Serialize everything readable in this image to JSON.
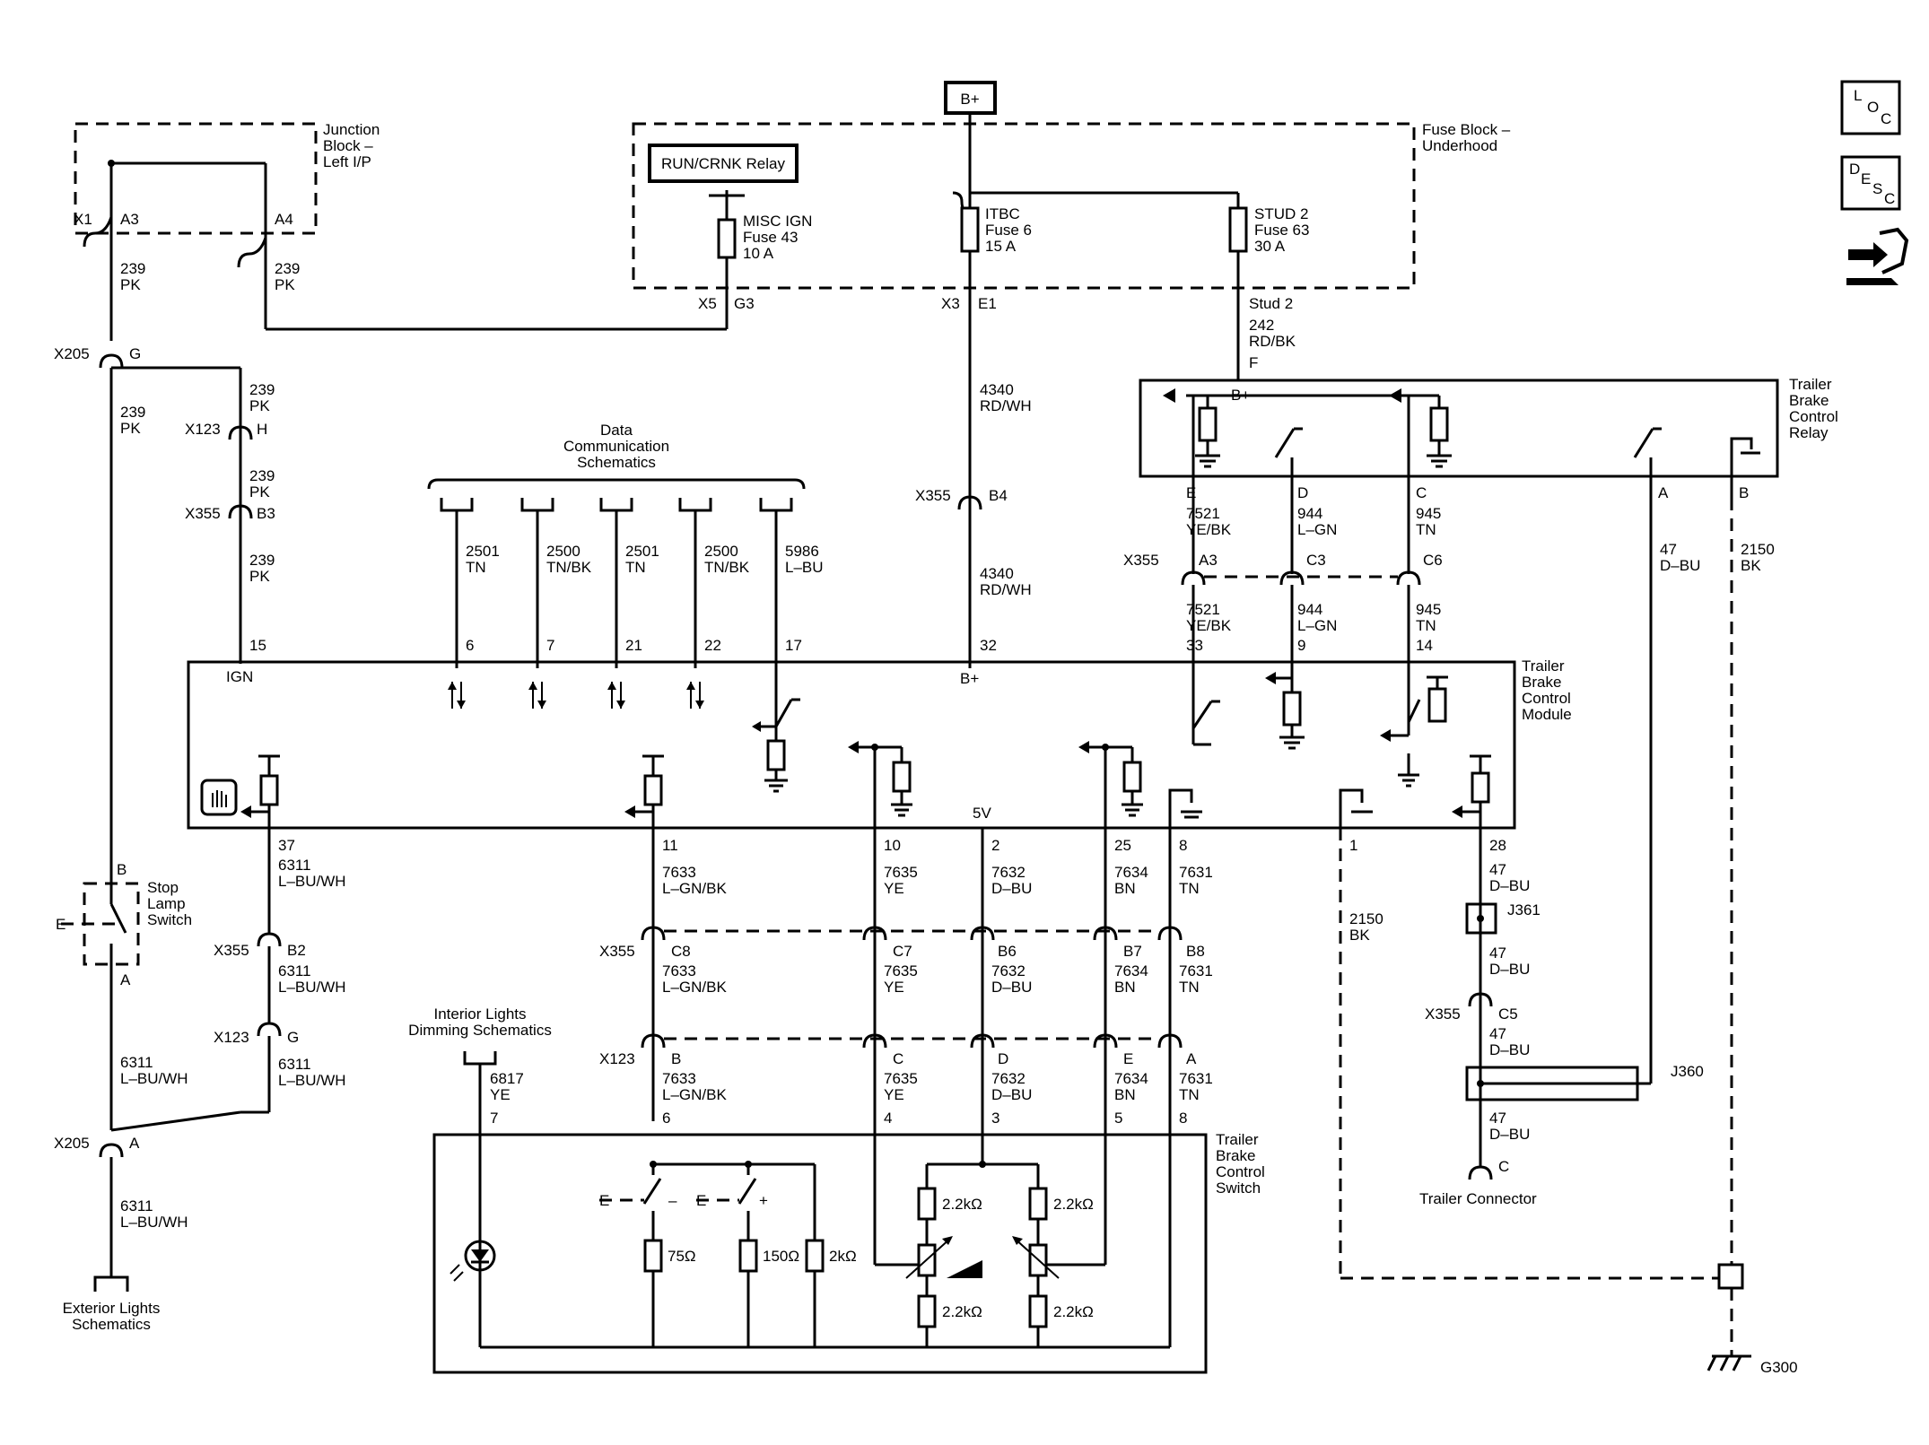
{
  "blocks": {
    "junction_block": "Junction Block – Left I/P",
    "fuse_block": "Fuse Block – Underhood",
    "bplus_top": "B+",
    "run_crnk_relay": "RUN/CRNK Relay",
    "relay": "Trailer Brake Control Relay",
    "module": "Trailer Brake Control Module",
    "switch": "Trailer Brake Control Switch",
    "stop_lamp_switch": "Stop Lamp Switch",
    "trailer_connector": "Trailer Connector",
    "ground": "G300"
  },
  "fuses": [
    {
      "name": "MISC IGN",
      "fuse": "Fuse 43",
      "amps": "10 A",
      "conn": "X5",
      "pin": "G3"
    },
    {
      "name": "ITBC",
      "fuse": "Fuse 6",
      "amps": "15 A",
      "conn": "X3",
      "pin": "E1"
    },
    {
      "name": "STUD 2",
      "fuse": "Fuse 63",
      "amps": "30 A",
      "conn": "Stud 2",
      "pin": ""
    }
  ],
  "schematic_refs": {
    "data": "Data Communication Schematics",
    "interior": "Interior Lights Dimming Schematics",
    "exterior": "Exterior Lights Schematics"
  },
  "side_icons": {
    "loc": "LOC",
    "desc": "DESC",
    "tool": "connector-tool-icon"
  },
  "connectors": {
    "x1": "X1",
    "a3": "A3",
    "a4": "A4",
    "x205": "X205",
    "g": "G",
    "a": "A",
    "x123": "X123",
    "h": "H",
    "x355": "X355",
    "b3": "B3",
    "b4": "B4",
    "c3": "C3",
    "c6": "C6",
    "b2": "B2",
    "c8": "C8",
    "c7": "C7",
    "b6": "B6",
    "b7": "B7",
    "b8": "B8",
    "b": "B",
    "c": "C",
    "d": "D",
    "e": "E",
    "c5": "C5",
    "j361": "J361",
    "j360": "J360",
    "sw_b": "B",
    "sw_a": "A"
  },
  "wires": {
    "w239": "239",
    "pk": "PK",
    "w242": "242",
    "rdbk": "RD/BK",
    "f": "F",
    "w4340": "4340",
    "rdwh": "RD/WH",
    "w2501": "2501",
    "tn": "TN",
    "w2500": "2500",
    "tnbk": "TN/BK",
    "w5986": "5986",
    "lbu": "L–BU",
    "w7521": "7521",
    "yebk": "YE/BK",
    "w944": "944",
    "lgn": "L–GN",
    "w945": "945",
    "w47": "47",
    "dbu": "D–BU",
    "w2150": "2150",
    "bk": "BK",
    "w6311": "6311",
    "lbuwh": "L–BU/WH",
    "w7633": "7633",
    "lgnbk": "L–GN/BK",
    "w7635": "7635",
    "ye": "YE",
    "w7632": "7632",
    "w7634": "7634",
    "bn": "BN",
    "w7631": "7631",
    "w6817": "6817"
  },
  "relay_pins": {
    "bplus": "B+",
    "e": "E",
    "d": "D",
    "c": "C",
    "a": "A",
    "b": "B"
  },
  "module_pins": {
    "p15": "15",
    "p6": "6",
    "p7": "7",
    "p21": "21",
    "p22": "22",
    "p17": "17",
    "p32": "32",
    "p33": "33",
    "p9": "9",
    "p14": "14",
    "p37": "37",
    "p11": "11",
    "p10": "10",
    "p2": "2",
    "p25": "25",
    "p8": "8",
    "p1": "1",
    "p28": "28",
    "ign": "IGN",
    "bplus": "B+",
    "v5": "5V"
  },
  "switch_pins": {
    "s7": "7",
    "s6": "6",
    "s4": "4",
    "s3": "3",
    "s5": "5",
    "s8": "8"
  },
  "resistors": {
    "r75": "75Ω",
    "r150": "150Ω",
    "r2k": "2kΩ",
    "r22": "2.2kΩ"
  },
  "switch_signs": {
    "minus": "–",
    "plus": "+"
  }
}
